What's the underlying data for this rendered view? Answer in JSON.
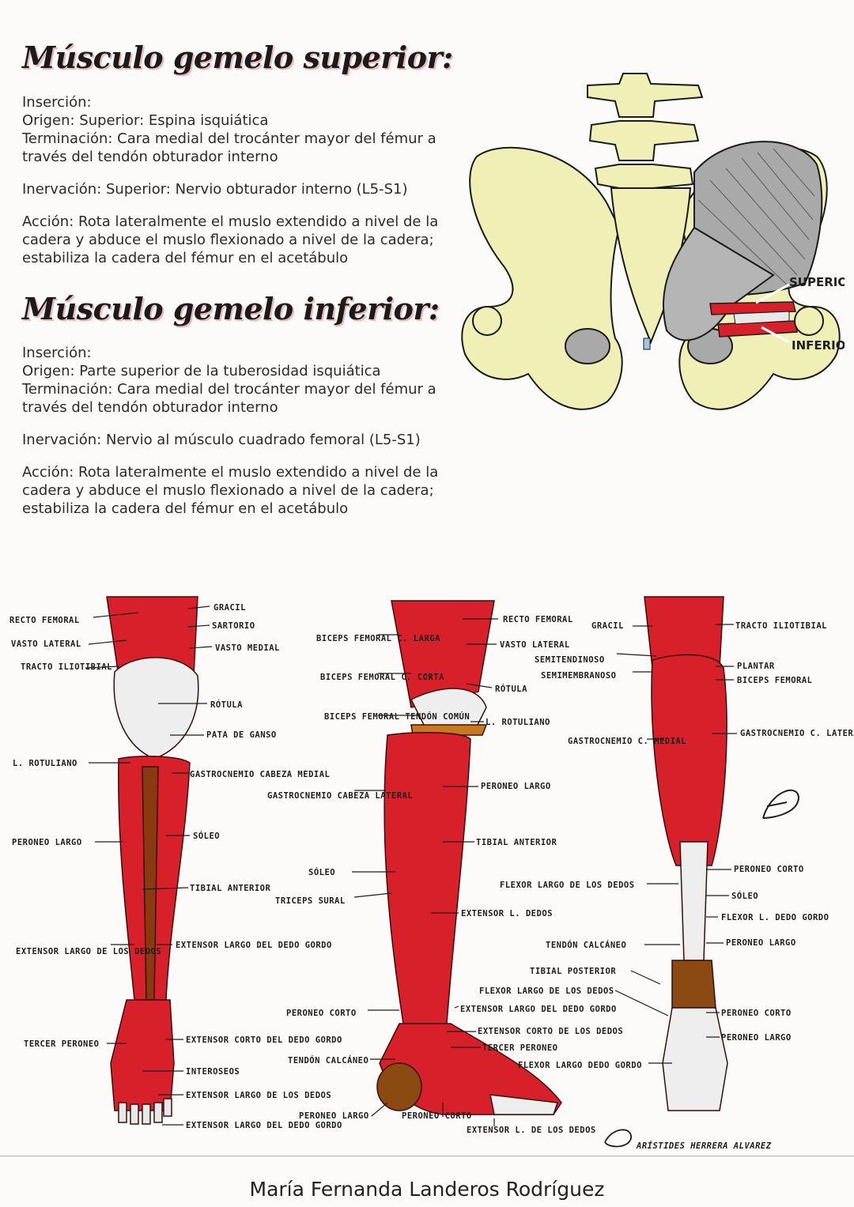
{
  "superior": {
    "title": "Músculo gemelo superior:",
    "insercion": "Inserción:",
    "origen": "Origen: Superior: Espina isquiática",
    "terminacion": "Terminación: Cara medial del trocánter mayor del fémur a través del tendón obturador interno",
    "inervacion": "Inervación: Superior: Nervio obturador interno (L5-S1)",
    "accion": "Acción: Rota lateralmente el muslo extendido a nivel de la cadera y abduce el muslo flexionado a nivel de la cadera; estabiliza la cadera del fémur en el acetábulo"
  },
  "inferior": {
    "title": "Músculo gemelo inferior:",
    "insercion": "Inserción:",
    "origen": "Origen: Parte superior de la tuberosidad isquiática",
    "terminacion": "Terminación: Cara medial del trocánter mayor del fémur a través del tendón obturador interno",
    "inervacion": "Inervación: Nervio al músculo cuadrado femoral (L5-S1)",
    "accion": "Acción: Rota lateralmente el muslo extendido a nivel de la cadera y abduce el muslo flexionado a nivel de la cadera; estabiliza la cadera del fémur en el acetábulo"
  },
  "pelvis_labels": {
    "superior": "SUPERIOR",
    "inferior": "INFERIOR"
  },
  "leg_labels": {
    "recto_femoral": "RECTO FEMORAL",
    "vasto_lateral": "VASTO LATERAL",
    "tracto_iliotibial": "TRACTO ILIOTIBIAL",
    "gracil": "GRACIL",
    "sartorio": "SARTORIO",
    "vasto_medial": "VASTO MEDIAL",
    "rotula": "RÓTULA",
    "pata_de_ganso": "PATA DE GANSO",
    "l_rotuliano": "L. ROTULIANO",
    "gastrocnemio_cabeza_medial": "GASTROCNEMIO CABEZA MEDIAL",
    "peroneo_largo": "PERONEO LARGO",
    "soleo": "SÓLEO",
    "tibial_anterior": "TIBIAL ANTERIOR",
    "extensor_largo_de_los_dedos": "EXTENSOR LARGO DE LOS DEDOS",
    "extensor_largo_del_dedo_gordo": "EXTENSOR LARGO DEL DEDO GORDO",
    "tercer_peroneo": "TERCER PERONEO",
    "extensor_corto_del_dedo_gordo": "EXTENSOR CORTO DEL DEDO GORDO",
    "interoseos": "INTEROSEOS",
    "biceps_femoral_c_larga": "BICEPS FEMORAL C. LARGA",
    "biceps_femoral_c_corta": "BICEPS FEMORAL C. CORTA",
    "biceps_femoral_tendon_comun": "BICEPS FEMORAL TENDÓN COMÚN",
    "gastrocnemio_cabeza_lateral": "GASTROCNEMIO CABEZA LATERAL",
    "triceps_sural": "TRICEPS SURAL",
    "peroneo_corto": "PERONEO CORTO",
    "tendon_calcaneo": "TENDÓN CALCÁNEO",
    "extensor_l_dedos": "EXTENSOR L. DEDOS",
    "semitendinoso": "SEMITENDINOSO",
    "semimembranoso": "SEMIMEMBRANOSO",
    "gastrocnemio_c_medial": "GASTROCNEMIO C. MEDIAL",
    "flexor_largo_de_los_dedos": "FLEXOR LARGO DE LOS DEDOS",
    "extensor_largo_del_dedo_gordo_2": "EXTENSOR LARGO DEL DEDO GORDO",
    "extensor_corto_de_los_dedos": "EXTENSOR CORTO DE LOS DEDOS",
    "tibial_posterior": "TIBIAL POSTERIOR",
    "flexor_largo_dedo_gordo": "FLEXOR LARGO DEDO GORDO",
    "extensor_l_de_los_dedos": "EXTENSOR L. DE LOS DEDOS",
    "plantar": "PLANTAR",
    "biceps_femoral": "BICEPS FEMORAL",
    "gastrocnemio_c_lateral": "GASTROCNEMIO C. LATERAL",
    "flexor_l_dedo_gordo": "FLEXOR L. DEDO GORDO",
    "credit": "ARÍSTIDES HERRERA ALVAREZ"
  },
  "footer": {
    "author": "María Fernanda Landeros Rodríguez"
  },
  "colors": {
    "bone": "#f0efb6",
    "muscle": "#d8202a",
    "tendon": "#eeeeee",
    "gray_muscle": "#a9a9a9",
    "accent_shadow": "#f1b5b8"
  }
}
